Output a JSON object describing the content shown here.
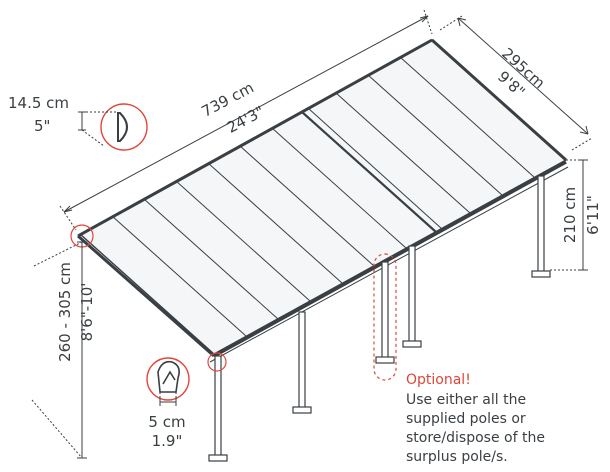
{
  "dimensions": {
    "length_cm": "739 cm",
    "length_ft": "24'3\"",
    "width_cm": "295cm",
    "width_ft": "9'8\"",
    "post_height_cm": "210 cm",
    "post_height_ft": "6'11\"",
    "wall_height_cm": "260 - 305 cm",
    "wall_height_ft": "8'6\"-10'",
    "profile_height_cm": "14.5 cm",
    "profile_height_in": "5\"",
    "gutter_cm": "5 cm",
    "gutter_in": "1.9\""
  },
  "note": {
    "title": "Optional!",
    "lines": [
      "Use either all the",
      "supplied poles or",
      "store/dispose of the",
      "surplus pole/s."
    ]
  },
  "colors": {
    "line": "#3a3f44",
    "highlight": "#e0463c",
    "roof_fill": "#f4f6f7"
  }
}
